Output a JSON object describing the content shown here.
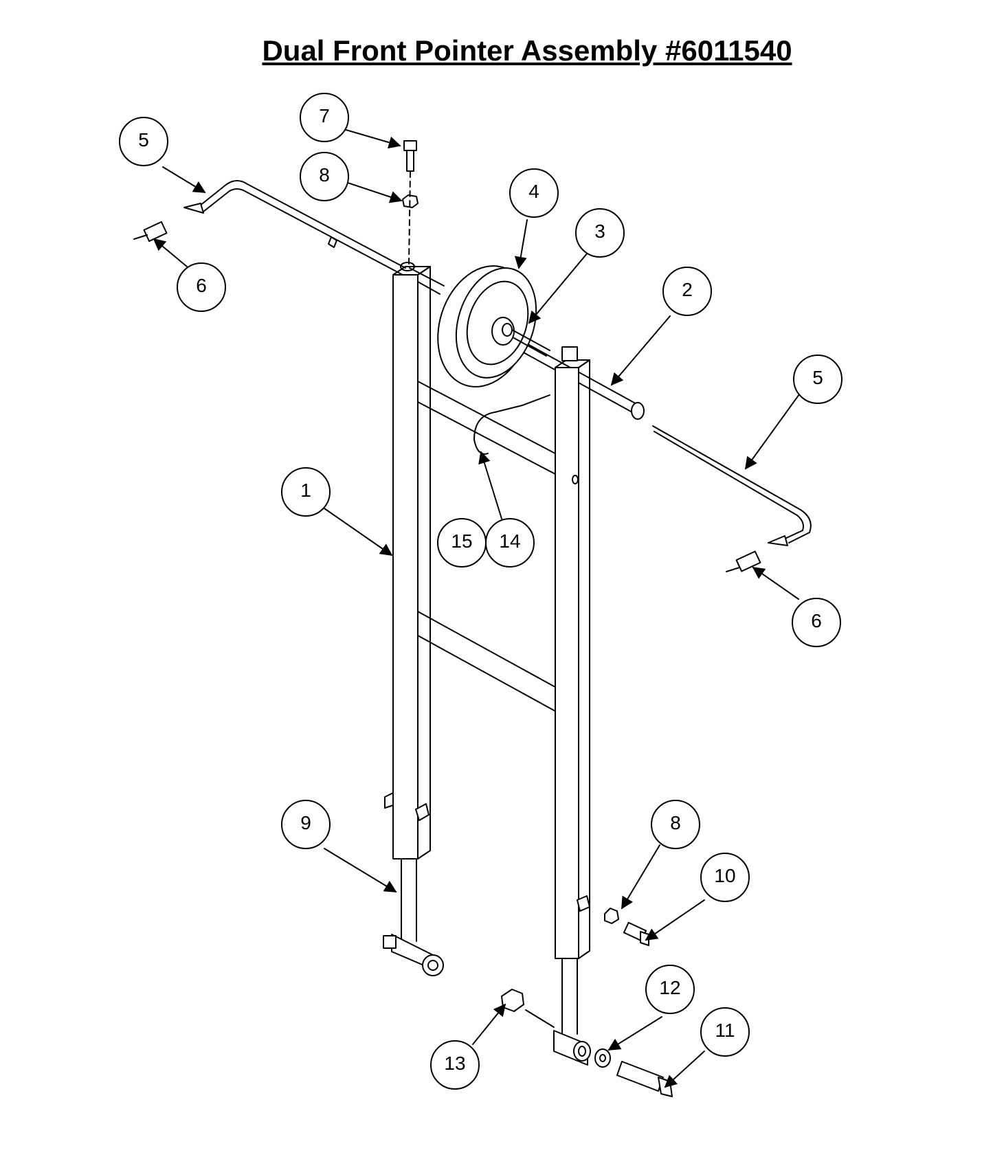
{
  "title": "Dual Front Pointer Assembly #6011540",
  "callouts": [
    "1",
    "2",
    "3",
    "4",
    "5",
    "5",
    "6",
    "6",
    "7",
    "8",
    "8",
    "9",
    "10",
    "11",
    "12",
    "13",
    "14",
    "15"
  ]
}
